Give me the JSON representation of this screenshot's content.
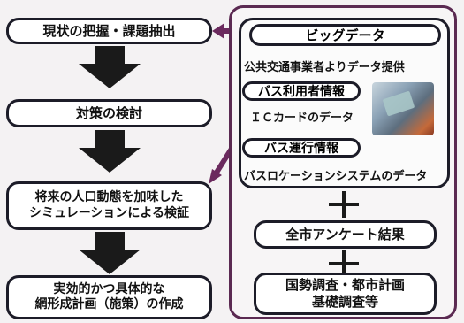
{
  "left": {
    "step1": "現状の把握・課題抽出",
    "step2": "対策の検討",
    "step3_line1": "将来の人口動態を加味した",
    "step3_line2": "シミュレーションによる検証",
    "step4_line1": "実効的かつ具体的な",
    "step4_line2": "網形成計画（施策）の作成"
  },
  "right": {
    "bigdata_title": "ビッグデータ",
    "provider": "公共交通事業者よりデータ提供",
    "bus_user_tag": "バス利用者情報",
    "ic_card": "ＩＣカードのデータ",
    "bus_op_tag": "バス運行情報",
    "location_system": "バスロケーションシステムのデータ",
    "survey": "全市アンケート結果",
    "census_line1": "国勢調査・都市計画",
    "census_line2": "基礎調査等"
  },
  "colors": {
    "frame": "#5b2a52",
    "box_border": "#1c1c28",
    "arrow": "#1a1a1a",
    "connector": "#6b2a5e"
  }
}
